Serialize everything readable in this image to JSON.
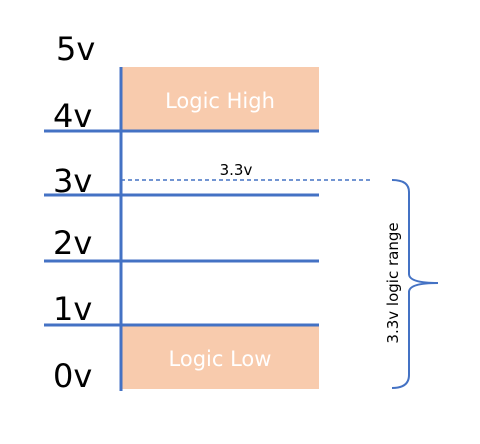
{
  "diagram": {
    "voltage_labels": [
      "5v",
      "4v",
      "3v",
      "2v",
      "1v",
      "0v"
    ],
    "regions": {
      "high_label": "Logic High",
      "low_label": "Logic Low"
    },
    "threshold_label": "3.3v",
    "range_label": "3.3v logic range",
    "colors": {
      "region_fill": "#f8cbad",
      "line": "#4472c4",
      "text": "#000000",
      "region_text": "#ffffff"
    }
  }
}
